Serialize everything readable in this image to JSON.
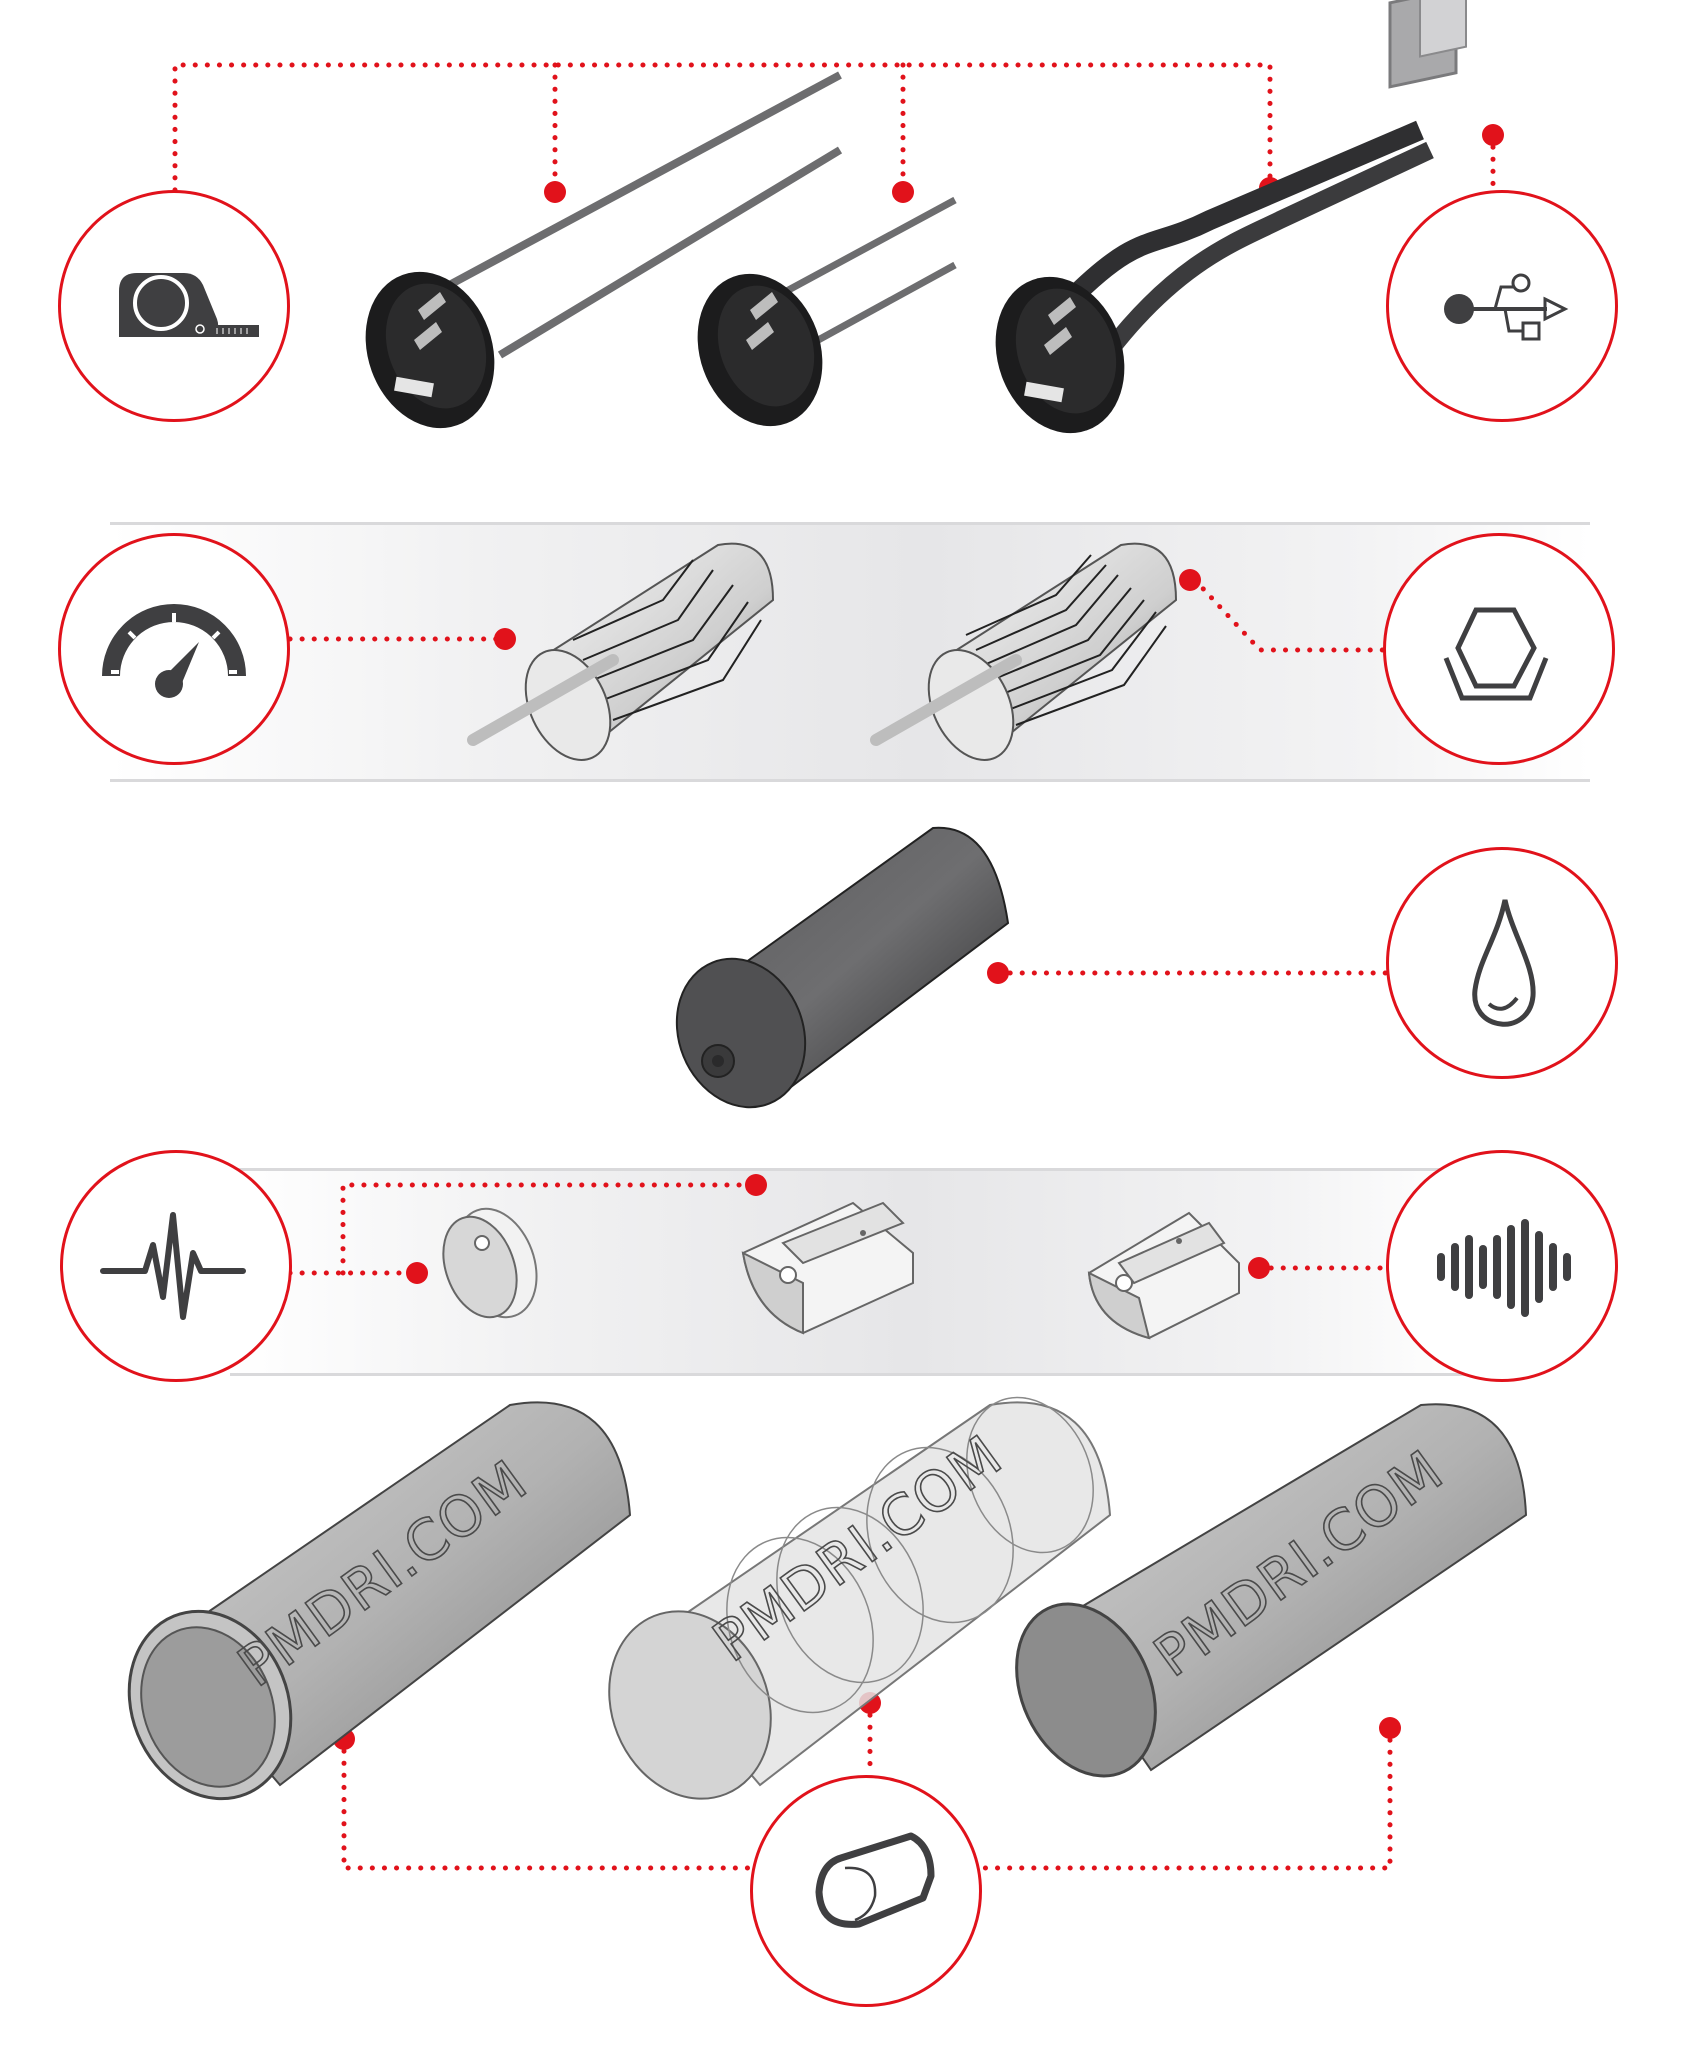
{
  "diagram": {
    "accent_color": "#e1121b",
    "icon_color": "#3f3f41",
    "rows": [
      {
        "id": "row-1",
        "icons": [
          {
            "side": "left",
            "name": "tape-measure-icon",
            "meaning": "length"
          },
          {
            "side": "right",
            "name": "usb-icon",
            "meaning": "connector"
          }
        ],
        "parts": [
          "long-pin-sensor",
          "short-pin-sensor",
          "cable-connector-sensor"
        ]
      },
      {
        "id": "row-2",
        "icons": [
          {
            "side": "left",
            "name": "speedometer-icon",
            "meaning": "speed"
          },
          {
            "side": "right",
            "name": "hexagon-icon",
            "meaning": "shape"
          }
        ],
        "parts": [
          "wound-coil-rotor-a",
          "wound-coil-rotor-b"
        ]
      },
      {
        "id": "row-3",
        "icons": [
          {
            "side": "right",
            "name": "water-drop-icon",
            "meaning": "sealed"
          }
        ],
        "parts": [
          "black-cylinder-housing"
        ]
      },
      {
        "id": "row-4",
        "icons": [
          {
            "side": "left",
            "name": "pulse-icon",
            "meaning": "signal"
          },
          {
            "side": "right",
            "name": "sound-wave-icon",
            "meaning": "audio"
          }
        ],
        "parts": [
          "round-magnet-disc",
          "large-mount-bracket",
          "small-mount-bracket"
        ]
      },
      {
        "id": "row-5",
        "icons": [
          {
            "side": "bottom",
            "name": "cylinder-icon",
            "meaning": "tube"
          }
        ],
        "parts": [
          "hollow-tube",
          "transparent-tube",
          "solid-rod"
        ]
      }
    ],
    "engraving_text": [
      "PMDRI.COM",
      "PMDRI.COM",
      "PMDRI.COM"
    ]
  }
}
